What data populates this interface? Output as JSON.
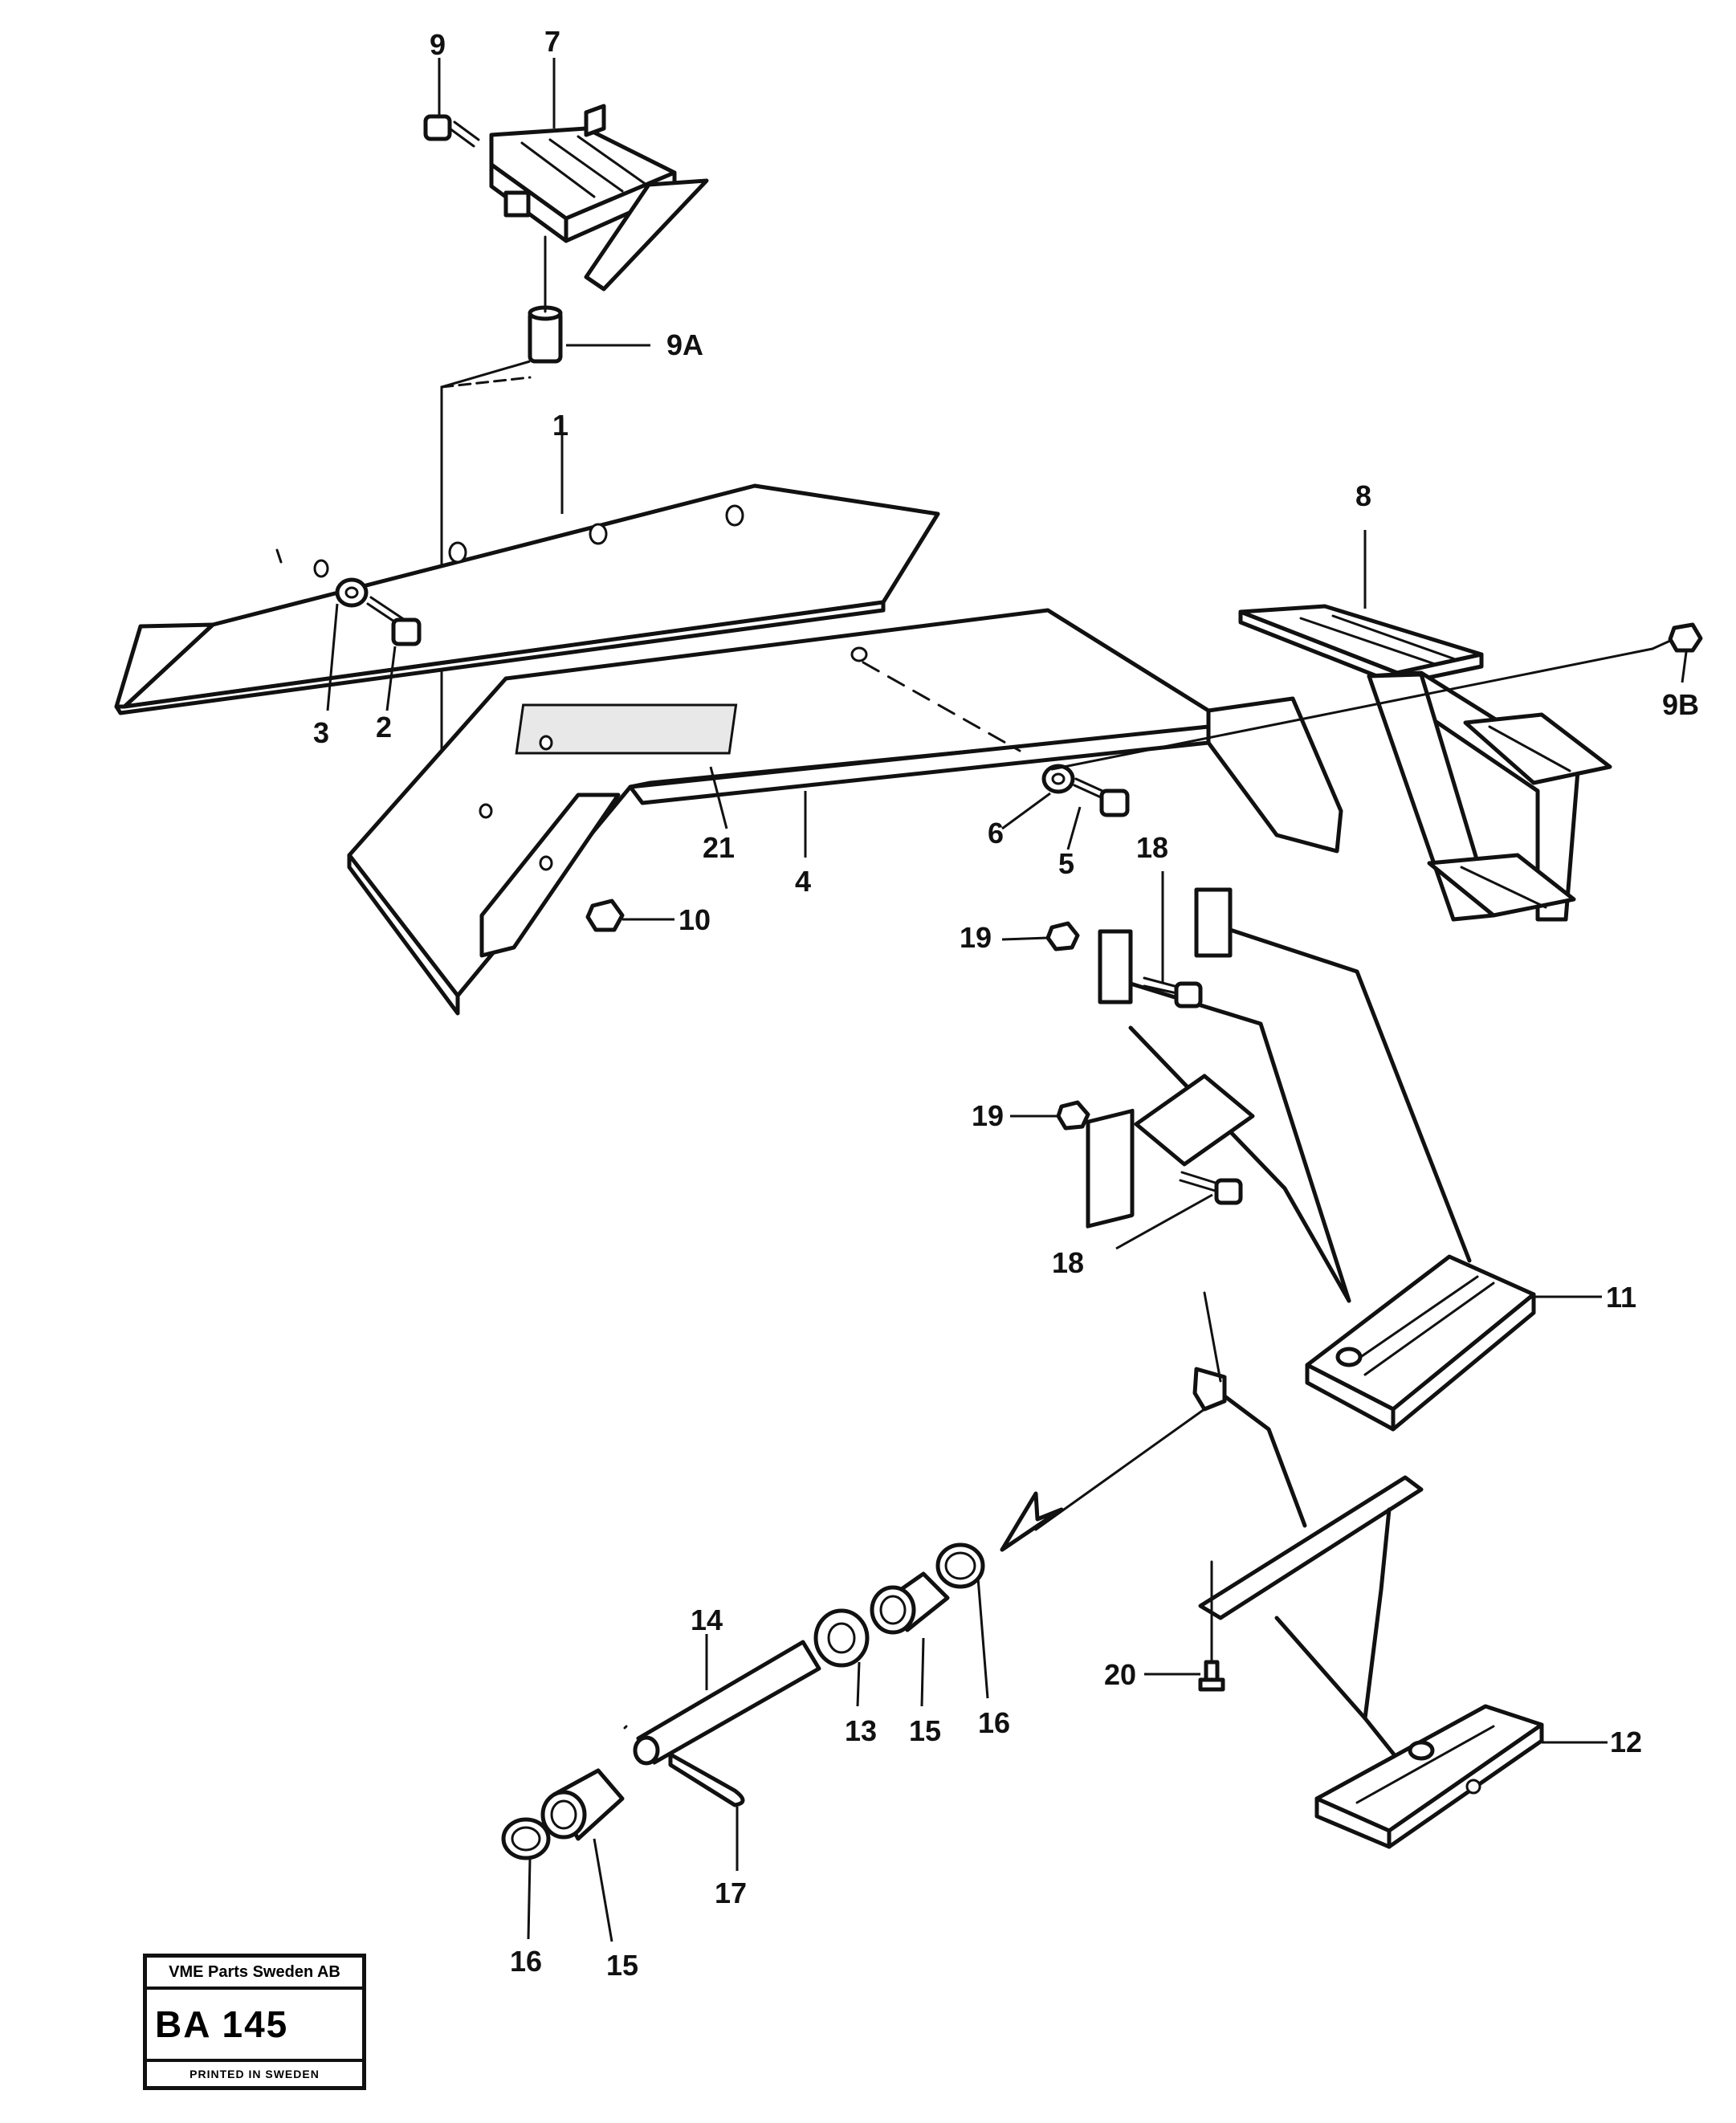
{
  "labels": {
    "l1": "1",
    "l2": "2",
    "l3": "3",
    "l4": "4",
    "l5": "5",
    "l6": "6",
    "l7": "7",
    "l8": "8",
    "l9": "9",
    "l9a": "9A",
    "l9b": "9B",
    "l10": "10",
    "l11": "11",
    "l12": "12",
    "l13": "13",
    "l14": "14",
    "l15a": "15",
    "l15b": "15",
    "l16a": "16",
    "l16b": "16",
    "l17": "17",
    "l18a": "18",
    "l18b": "18",
    "l19a": "19",
    "l19b": "19",
    "l20": "20",
    "l21": "21"
  },
  "stamp": {
    "company": "VME Parts Sweden AB",
    "code": "BA  145",
    "printed": "PRINTED IN SWEDEN"
  }
}
